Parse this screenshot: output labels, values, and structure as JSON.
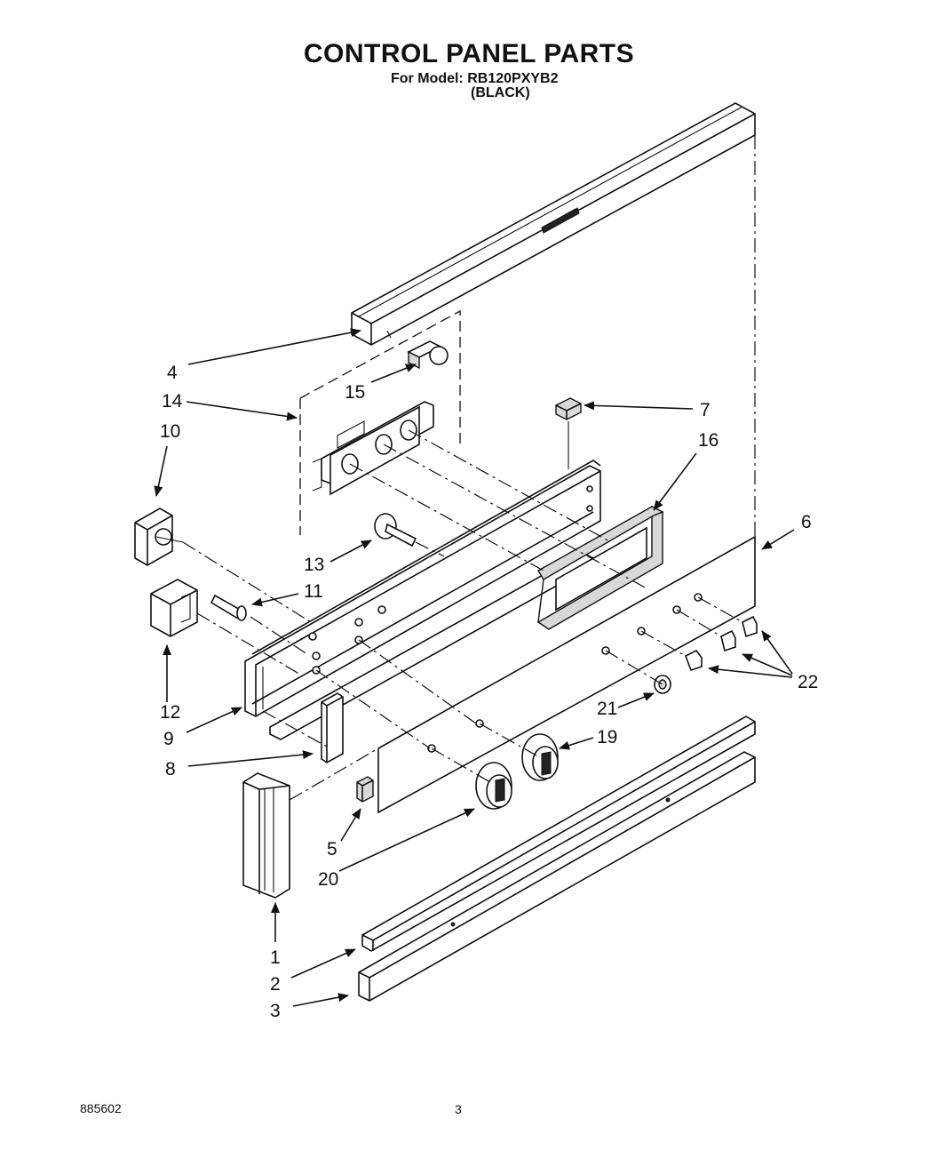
{
  "header": {
    "title": "CONTROL PANEL PARTS",
    "model_line": "For Model: RB120PXYB2",
    "variant": "(BLACK)"
  },
  "callouts": [
    "4",
    "14",
    "15",
    "10",
    "13",
    "11",
    "12",
    "9",
    "8",
    "7",
    "16",
    "6",
    "22",
    "21",
    "19",
    "5",
    "20",
    "1",
    "2",
    "3"
  ],
  "footer": {
    "doc_number": "885602",
    "page_number": "3"
  }
}
